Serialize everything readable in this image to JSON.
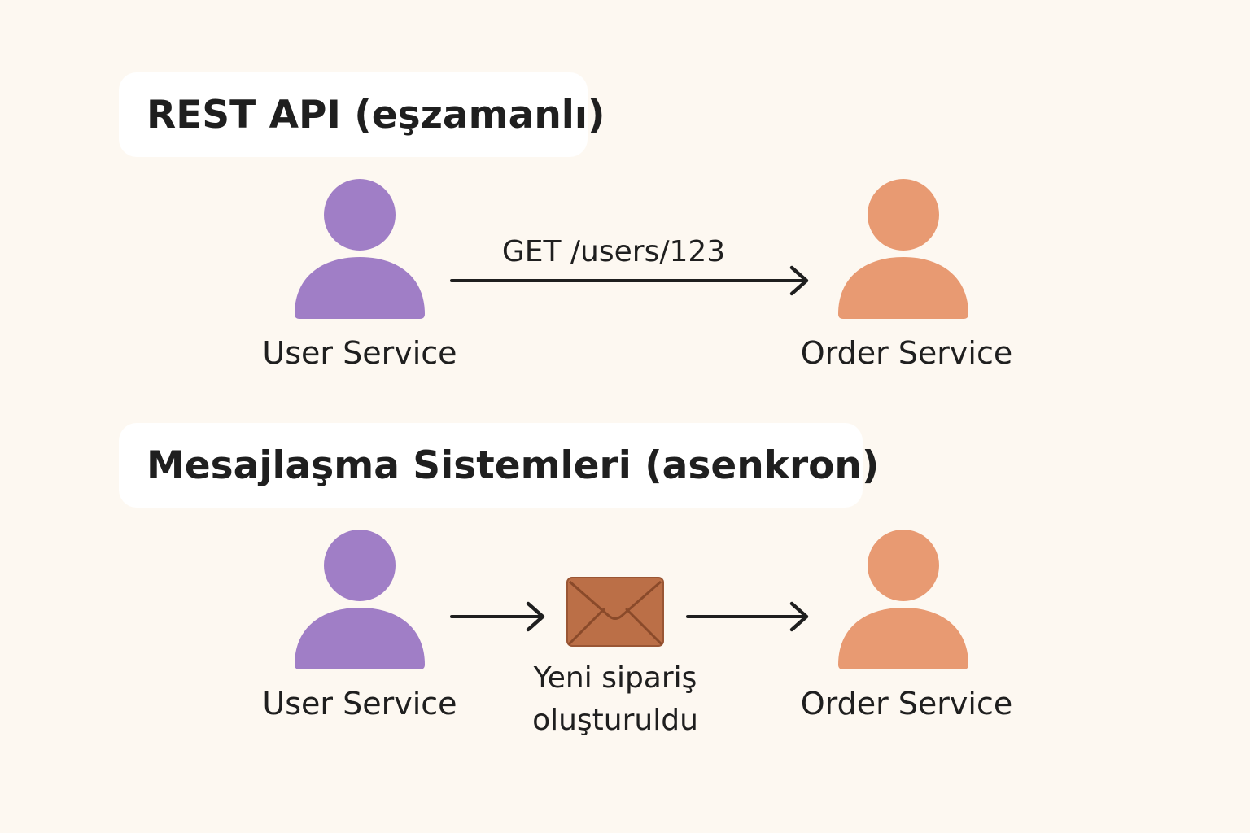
{
  "sections": {
    "rest": {
      "title": "REST API (eşzamanlı)",
      "sender_label": "User Service",
      "receiver_label": "Order Service",
      "request_label": "GET /users/123"
    },
    "messaging": {
      "title": "Mesajlaşma Sistemleri (asenkron)",
      "sender_label": "User Service",
      "receiver_label": "Order Service",
      "message_line1": "Yeni sipariş",
      "message_line2": "oluşturuldu"
    }
  },
  "icons": {
    "sender": "person-icon",
    "receiver": "person-icon",
    "message": "envelope-icon",
    "flow": "arrow-right-icon"
  },
  "colors": {
    "background": "#fdf8f1",
    "title_box": "#ffffff",
    "sender": "#a07ec6",
    "receiver": "#e89a72",
    "envelope": "#bb6f47",
    "envelope_lines": "#8a4a2a",
    "text": "#1f1f1f"
  }
}
